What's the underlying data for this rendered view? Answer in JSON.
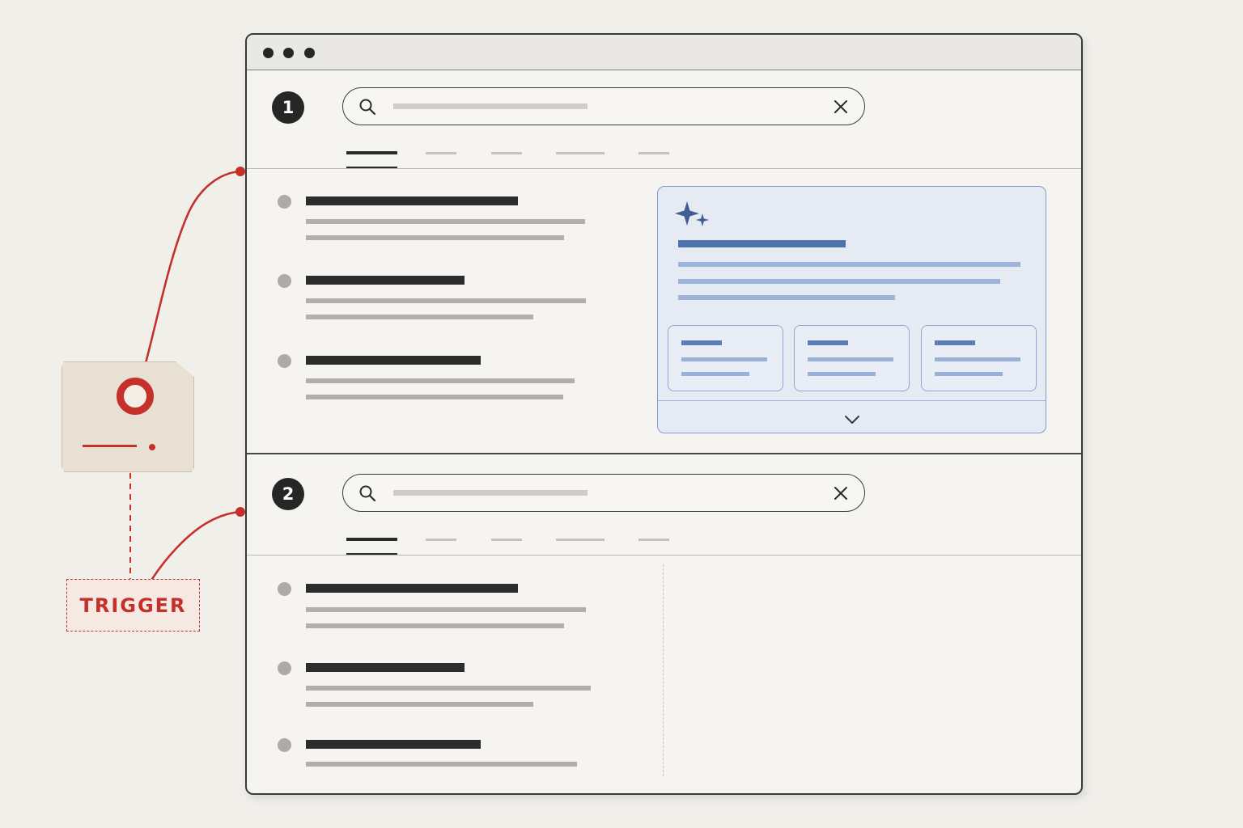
{
  "colors": {
    "background": "#f1efea",
    "window_border": "#3a3a3a",
    "accent_red": "#c6302a",
    "ai_panel_fill": "#e5eaf3",
    "ai_panel_border": "#7f9ed0",
    "ai_title": "#4e72ac",
    "ink_dark": "#2c2c2c",
    "ink_light": "#b1afab"
  },
  "window": {
    "controls": [
      "dot",
      "dot",
      "dot"
    ]
  },
  "panels": [
    {
      "step": "1",
      "search": {
        "query": "",
        "search_icon": "search-icon",
        "clear_icon": "close-icon"
      },
      "tabs": [
        "",
        "",
        "",
        "",
        ""
      ],
      "active_tab_index": 0,
      "results": [
        {
          "title": "",
          "snippet_lines": [
            "",
            ""
          ]
        },
        {
          "title": "",
          "snippet_lines": [
            "",
            ""
          ]
        },
        {
          "title": "",
          "snippet_lines": [
            "",
            ""
          ]
        }
      ],
      "ai_overview": {
        "shown": true,
        "icon": "sparkle-icon",
        "title": "",
        "lines": [
          "",
          "",
          ""
        ],
        "source_cards": [
          {
            "title": "",
            "lines": [
              "",
              ""
            ]
          },
          {
            "title": "",
            "lines": [
              "",
              ""
            ]
          },
          {
            "title": "",
            "lines": [
              "",
              ""
            ]
          }
        ],
        "expand_icon": "chevron-down-icon"
      }
    },
    {
      "step": "2",
      "search": {
        "query": "",
        "search_icon": "search-icon",
        "clear_icon": "close-icon"
      },
      "tabs": [
        "",
        "",
        "",
        "",
        ""
      ],
      "active_tab_index": 0,
      "results": [
        {
          "title": "",
          "snippet_lines": [
            "",
            ""
          ]
        },
        {
          "title": "",
          "snippet_lines": [
            "",
            ""
          ]
        },
        {
          "title": "",
          "snippet_lines": [
            "",
            ""
          ]
        }
      ],
      "ai_overview": {
        "shown": false
      }
    }
  ],
  "trigger": {
    "label": "TRIGGER",
    "tag_icon": "price-tag-icon"
  }
}
